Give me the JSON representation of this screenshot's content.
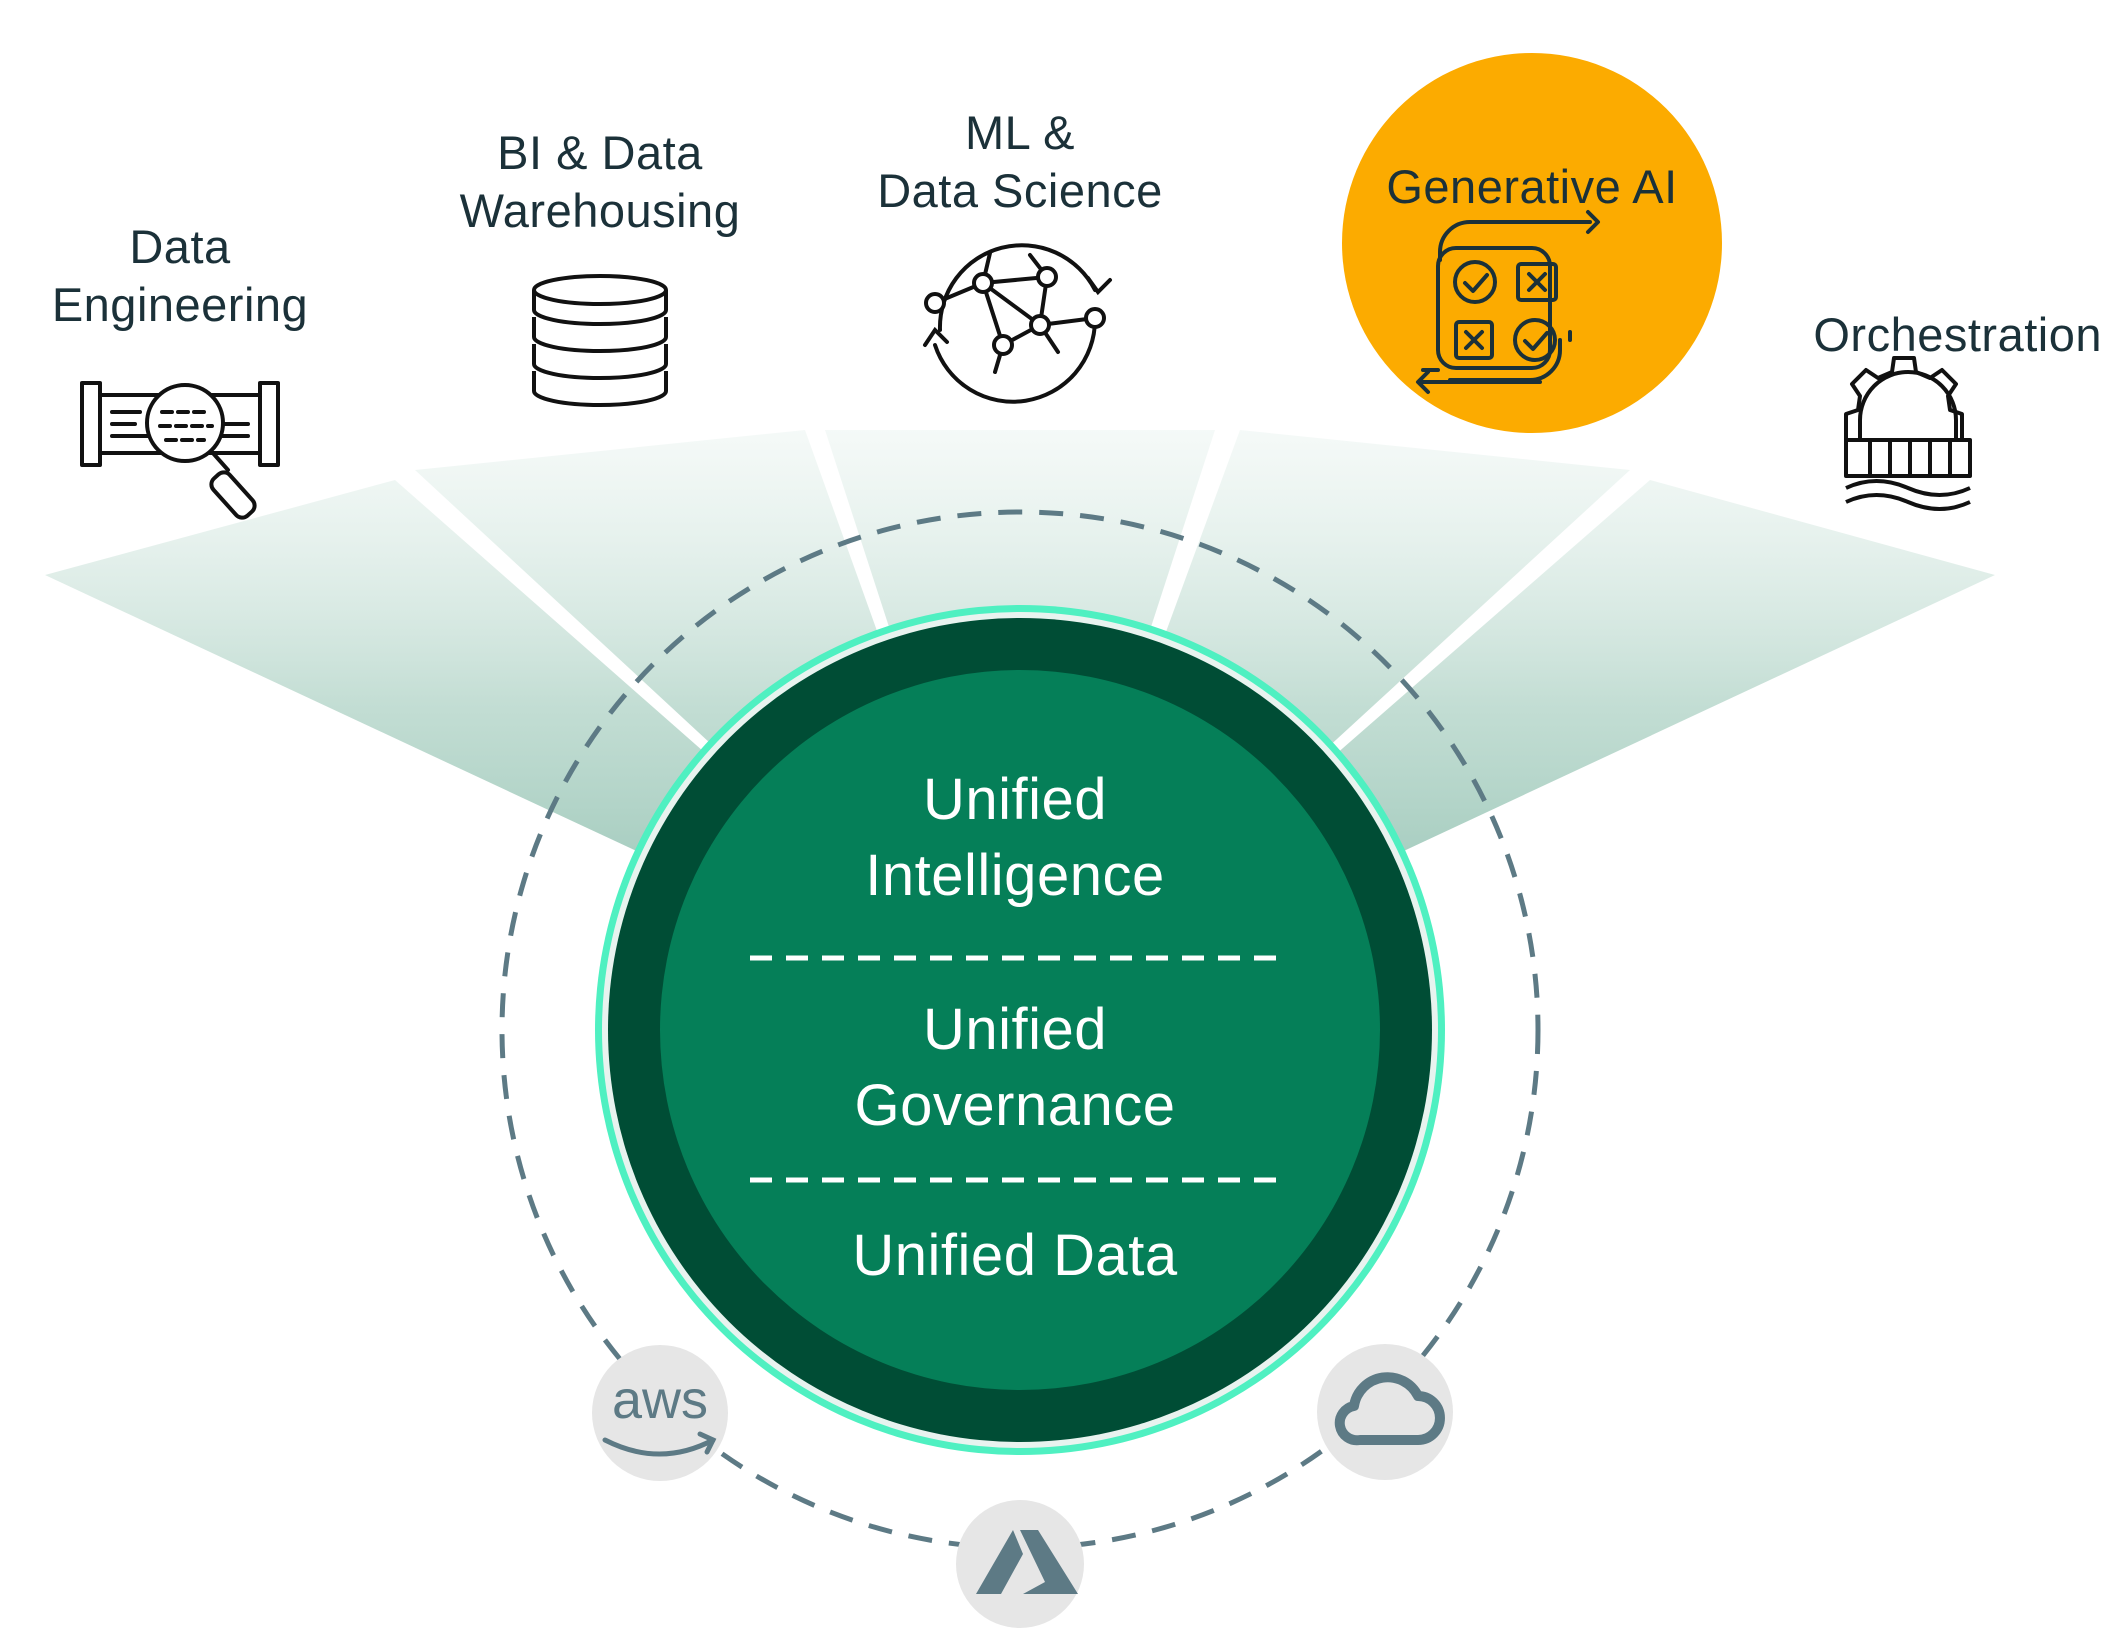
{
  "workloads": {
    "data_engineering": "Data\nEngineering",
    "bi_data_warehousing": "BI & Data\nWarehousing",
    "ml_data_science": "ML &\nData Science",
    "generative_ai": "Generative AI",
    "orchestration": "Orchestration"
  },
  "core": {
    "layer_top": "Unified\nIntelligence",
    "layer_middle": "Unified\nGovernance",
    "layer_bottom": "Unified Data"
  },
  "clouds": {
    "aws_text": "aws"
  },
  "colors": {
    "core_fill": "#057f58",
    "core_ring": "#004d35",
    "core_outline": "#4ff0c1",
    "highlight": "#fcab00",
    "text_dark": "#1b3139",
    "orbit_dash": "#5d7a85",
    "fan_green": "#8fc1b0"
  },
  "icons": {
    "data_engineering": "pipeline-search-icon",
    "bi_data_warehousing": "database-icon",
    "ml_data_science": "network-cycle-icon",
    "generative_ai": "checklist-swap-icon",
    "orchestration": "gear-pipeline-icon",
    "aws": "aws-logo-icon",
    "azure": "azure-logo-icon",
    "gcp": "cloud-logo-icon"
  }
}
